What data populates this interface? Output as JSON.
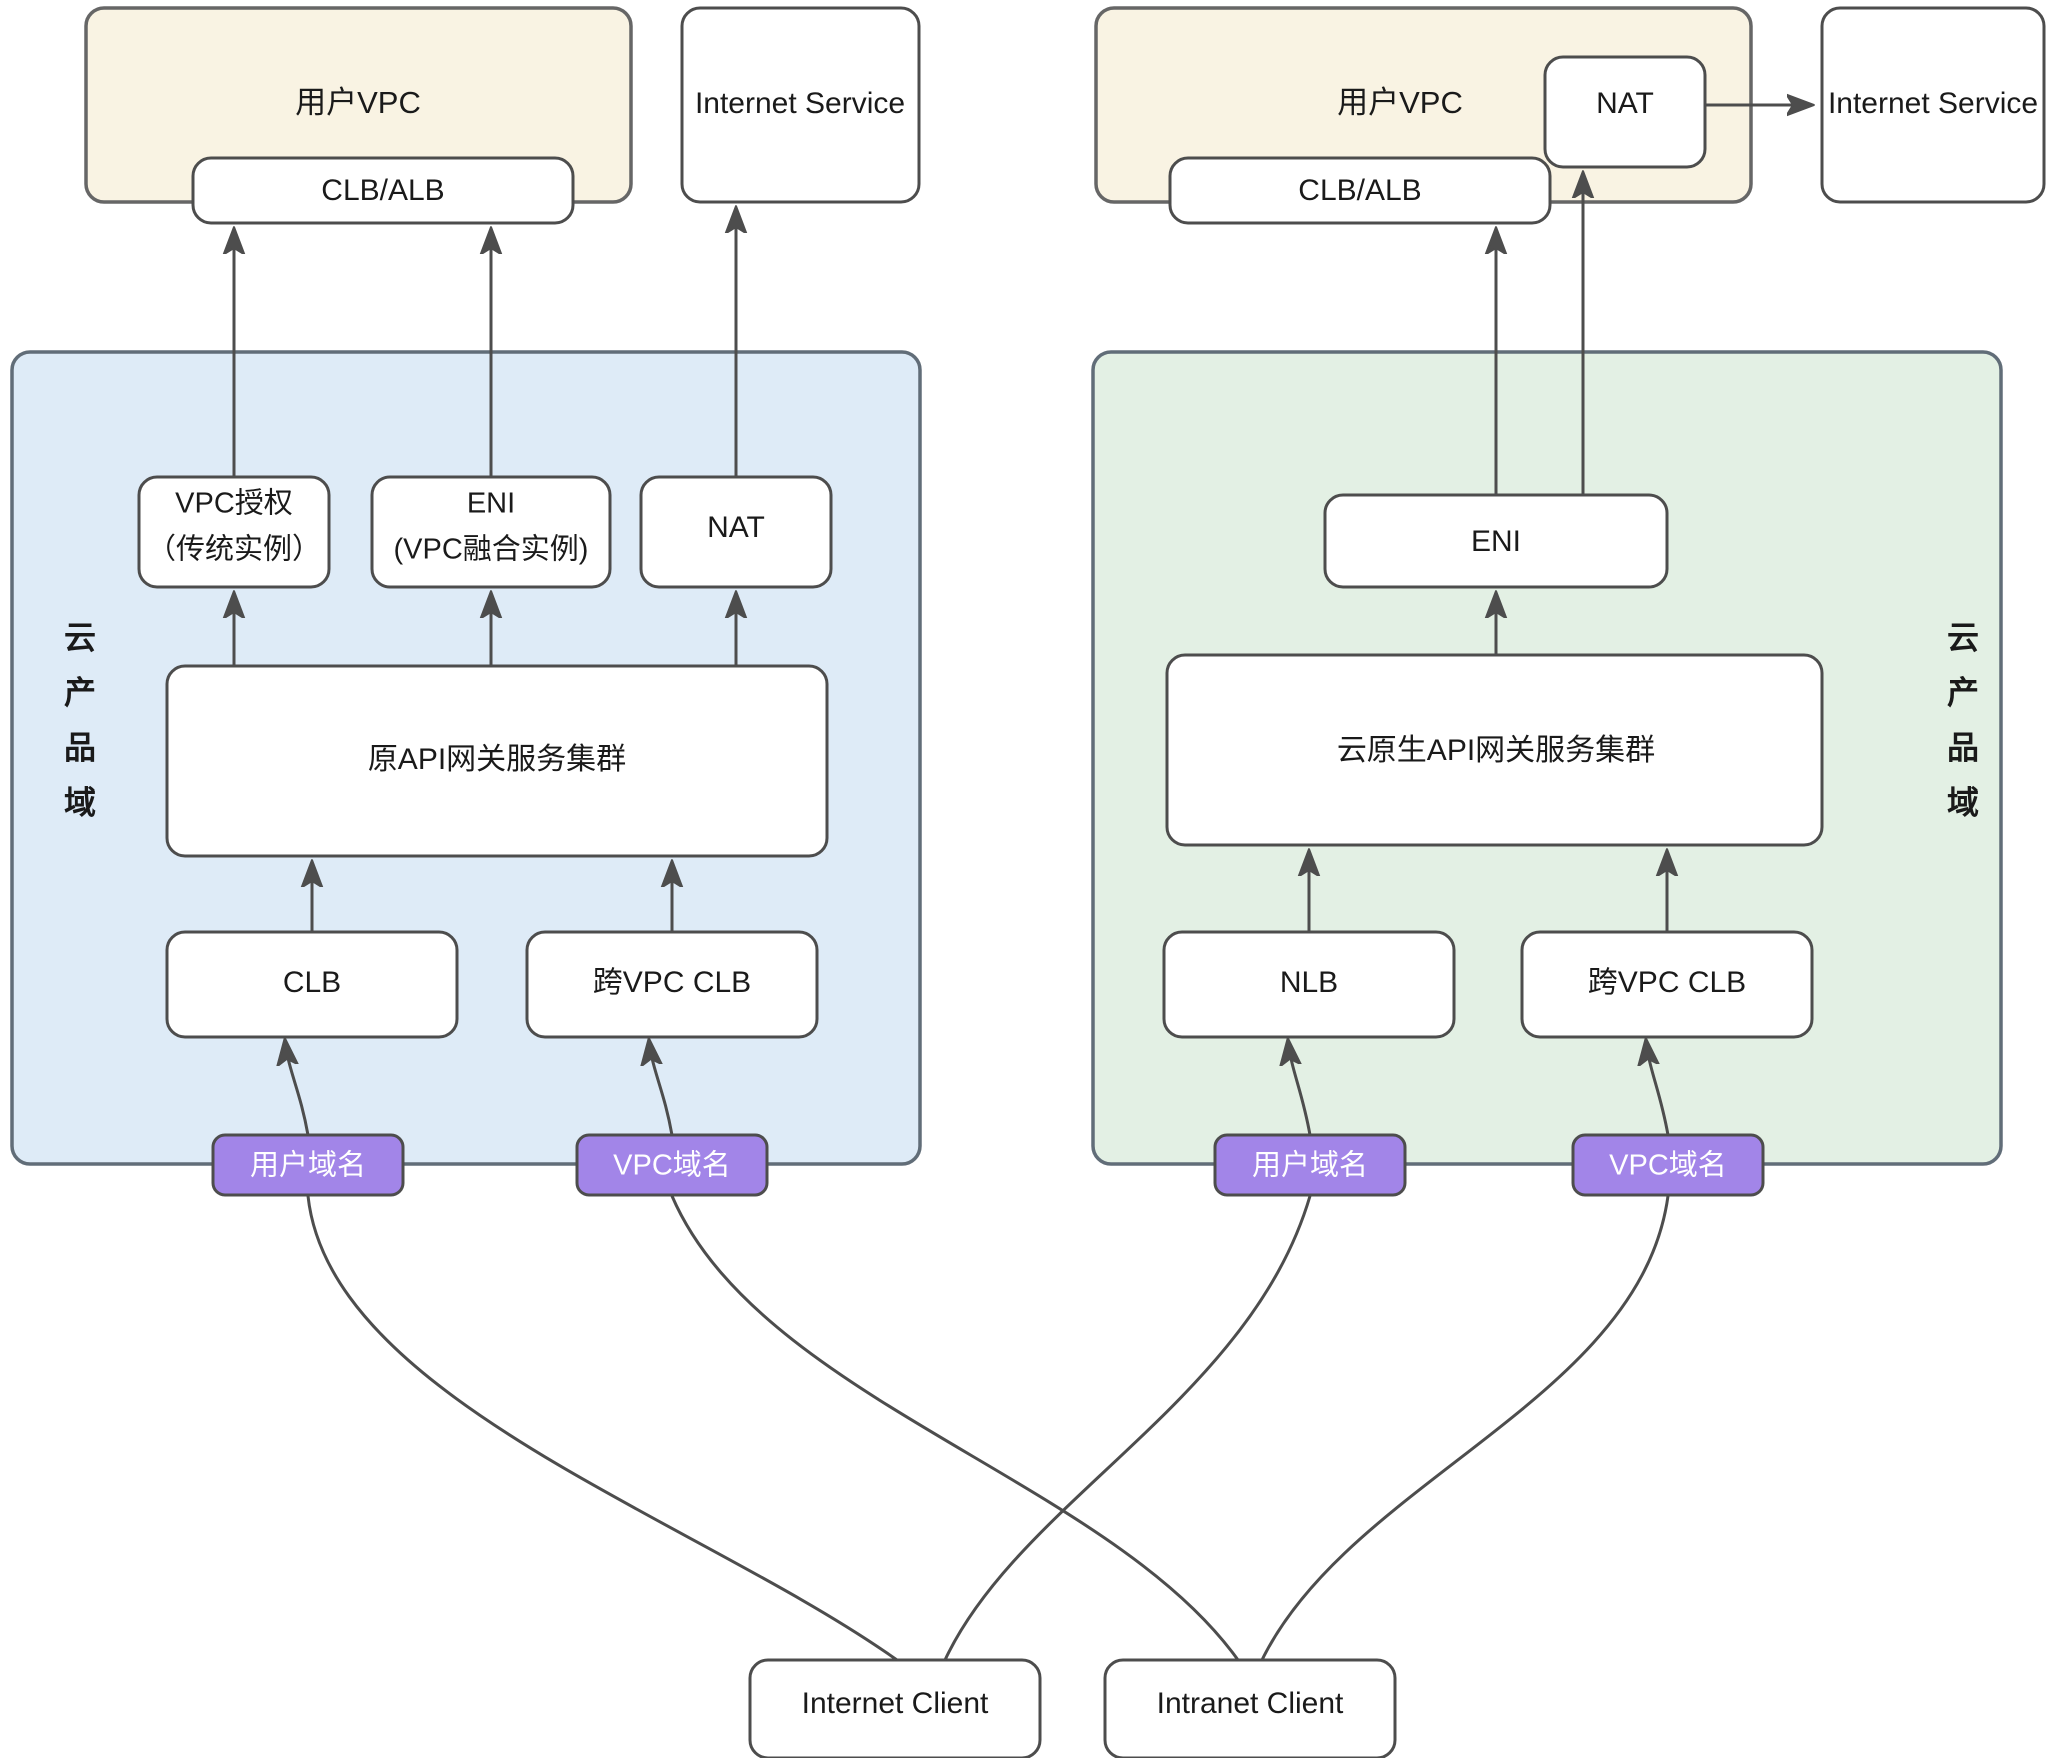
{
  "diagram": {
    "title": "API Gateway network architecture comparison",
    "colors": {
      "vpc_fill": "#F9F3E3",
      "cloud_blue_fill": "#DEEBF7",
      "cloud_green_fill": "#E3F0E4",
      "chip_fill": "#A285E8",
      "node_fill": "#FFFFFF",
      "stroke": "#4D4D4D",
      "chip_text": "#FFFFFF"
    },
    "left": {
      "vpc_label": "用户VPC",
      "clb_alb_label": "CLB/ALB",
      "internet_service_label": "Internet Service",
      "cloud_domain_label": "云产品域",
      "vpc_auth_line1": "VPC授权",
      "vpc_auth_line2": "（传统实例）",
      "eni_line1": "ENI",
      "eni_line2": "(VPC融合实例)",
      "nat_label": "NAT",
      "gateway_cluster_label": "原API网关服务集群",
      "clb_label": "CLB",
      "cross_vpc_clb_label": "跨VPC CLB",
      "user_domain_chip": "用户域名",
      "vpc_domain_chip": "VPC域名"
    },
    "right": {
      "vpc_label": "用户VPC",
      "nat_label": "NAT",
      "clb_alb_label": "CLB/ALB",
      "internet_service_label": "Internet Service",
      "cloud_domain_label": "云产品域",
      "eni_label": "ENI",
      "gateway_cluster_label": "云原生API网关服务集群",
      "nlb_label": "NLB",
      "cross_vpc_clb_label": "跨VPC CLB",
      "user_domain_chip": "用户域名",
      "vpc_domain_chip": "VPC域名"
    },
    "clients": {
      "internet_client_label": "Internet Client",
      "intranet_client_label": "Intranet Client"
    }
  }
}
